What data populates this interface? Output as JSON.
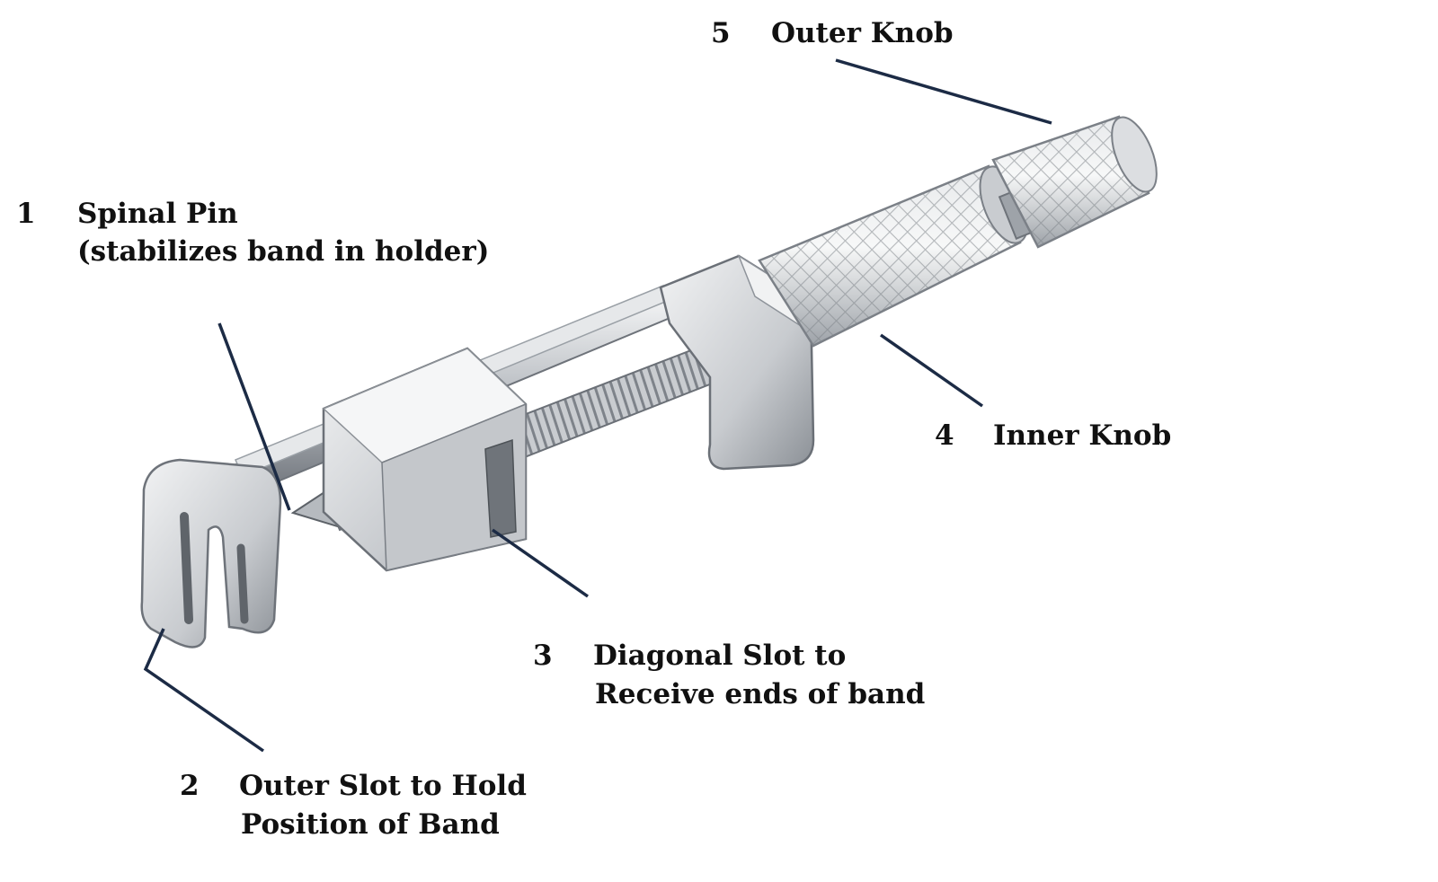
{
  "figure": "Tofflemire band retainer (dental matrix holder) with numbered part callouts",
  "colors": {
    "leader_line": "#1c2b45",
    "text": "#111111",
    "metal_light": "#eef0f2",
    "metal_dark": "#8a8f96"
  },
  "labels": [
    {
      "number": "1",
      "lines": [
        "Spinal Pin",
        "(stabilizes band in holder)"
      ]
    },
    {
      "number": "2",
      "lines": [
        "Outer Slot to Hold",
        "Position of Band"
      ]
    },
    {
      "number": "3",
      "lines": [
        "Diagonal Slot to",
        "Receive ends of band"
      ]
    },
    {
      "number": "4",
      "lines": [
        "Inner Knob"
      ]
    },
    {
      "number": "5",
      "lines": [
        "Outer Knob"
      ]
    }
  ]
}
